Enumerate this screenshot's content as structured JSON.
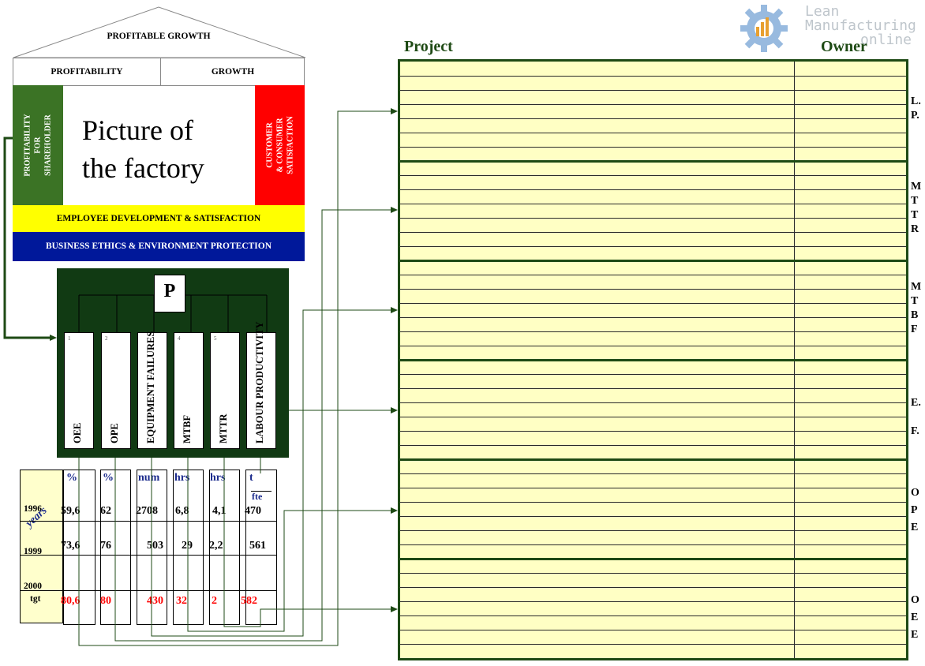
{
  "house": {
    "roof": "PROFITABLE GROWTH",
    "profitability": "PROFITABILITY",
    "growth": "GROWTH",
    "left_pillar_lines": [
      "PROFITABILITY",
      "FOR",
      "SHAREHOLDER"
    ],
    "right_pillar_lines": [
      "CUSTOMER",
      "& CONSUMER",
      "SATISFACTION"
    ],
    "picture_line1": "Picture of",
    "picture_line2": "the factory",
    "employee_bar": "EMPLOYEE DEVELOPMENT & SATISFACTION",
    "ethics_bar": "BUSINESS ETHICS & ENVIRONMENT PROTECTION",
    "colors": {
      "green": "#3b7325",
      "red": "#ff0000",
      "yellow": "#ffff00",
      "blue": "#00189a"
    }
  },
  "pillars_box": {
    "label": "P",
    "kpis": [
      {
        "num": "1",
        "label": "OEE"
      },
      {
        "num": "2",
        "label": "OPE"
      },
      {
        "num": "",
        "label": "EQUIPMENT FAILURES"
      },
      {
        "num": "4",
        "label": "MTBF"
      },
      {
        "num": "5",
        "label": "MTTR"
      },
      {
        "num": "",
        "label": "LABOUR PRODUCTIVITY"
      }
    ]
  },
  "table": {
    "years_label": "years",
    "units": [
      "%",
      "%",
      "num",
      "hrs",
      "hrs",
      "t"
    ],
    "unit_sub": "fte",
    "rows": [
      {
        "year": "1996",
        "values": [
          "59,6",
          "62",
          "2708",
          "6,8",
          "4,1",
          "470"
        ]
      },
      {
        "year": "1999",
        "values": [
          "73,6",
          "76",
          "503",
          "29",
          "2,2",
          "561"
        ]
      },
      {
        "year": "2000",
        "year2": "tgt",
        "values": [
          "80,6",
          "80",
          "430",
          "32",
          "2",
          "582"
        ]
      }
    ]
  },
  "projects": {
    "project_header": "Project",
    "owner_header": "Owner",
    "groups": [
      {
        "letters": [
          "L.",
          "P."
        ]
      },
      {
        "letters": [
          "M",
          "T",
          "T",
          "R"
        ]
      },
      {
        "letters": [
          "M",
          "T",
          "B",
          "F"
        ]
      },
      {
        "letters": [
          "E.",
          "F."
        ]
      },
      {
        "letters": [
          "O",
          "P",
          "E"
        ]
      },
      {
        "letters": [
          "O",
          "E",
          "E"
        ]
      }
    ]
  },
  "logo": {
    "line1": "Lean",
    "line2": "Manufacturing",
    "line3": "online"
  }
}
